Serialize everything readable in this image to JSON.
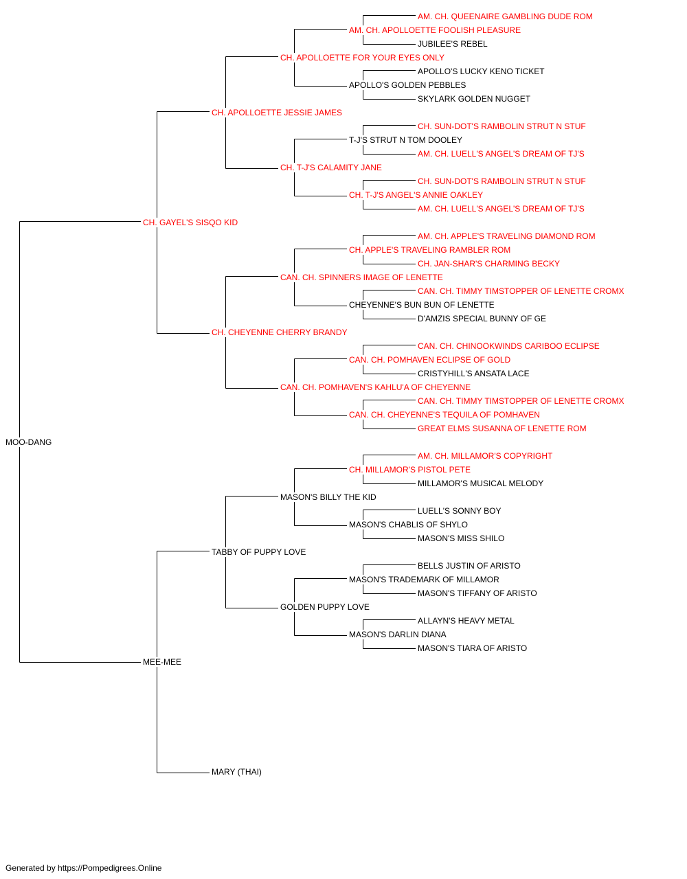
{
  "colors": {
    "champion": "#ff0000",
    "regular": "#000000",
    "line": "#000000"
  },
  "pedigree": {
    "subject": {
      "name": "MOO-DANG",
      "champion": false
    },
    "sire": {
      "name": "CH. GAYEL'S SISQO KID",
      "champion": true
    },
    "dam": {
      "name": "MEE-MEE",
      "champion": false
    },
    "sire_sire": {
      "name": "CH. APOLLOETTE JESSIE JAMES",
      "champion": true
    },
    "sire_dam": {
      "name": "CH. CHEYENNE CHERRY BRANDY",
      "champion": true
    },
    "dam_sire": {
      "name": "TABBY OF PUPPY LOVE",
      "champion": false
    },
    "dam_dam": {
      "name": "MARY (THAI)",
      "champion": false
    },
    "ss_sire": {
      "name": "CH. APOLLOETTE FOR YOUR EYES ONLY",
      "champion": true
    },
    "ss_dam": {
      "name": "CH. T-J'S CALAMITY JANE",
      "champion": true
    },
    "sd_sire": {
      "name": "CAN. CH. SPINNERS IMAGE OF LENETTE",
      "champion": true
    },
    "sd_dam": {
      "name": "CAN. CH. POMHAVEN'S KAHLU'A OF CHEYENNE",
      "champion": true
    },
    "ds_sire": {
      "name": "MASON'S BILLY THE KID",
      "champion": false
    },
    "ds_dam": {
      "name": "GOLDEN PUPPY LOVE",
      "champion": false
    },
    "g4": [
      {
        "name": "AM. CH. APOLLOETTE FOOLISH PLEASURE",
        "champion": true
      },
      {
        "name": "APOLLO'S GOLDEN PEBBLES",
        "champion": false
      },
      {
        "name": "T-J'S STRUT N TOM DOOLEY",
        "champion": false
      },
      {
        "name": "CH. T-J'S ANGEL'S ANNIE OAKLEY",
        "champion": true
      },
      {
        "name": "CH. APPLE'S TRAVELING RAMBLER ROM",
        "champion": true
      },
      {
        "name": "CHEYENNE'S BUN BUN OF LENETTE",
        "champion": false
      },
      {
        "name": "CAN. CH. POMHAVEN ECLIPSE OF GOLD",
        "champion": true
      },
      {
        "name": "CAN. CH. CHEYENNE'S TEQUILA OF POMHAVEN",
        "champion": true
      },
      {
        "name": "CH. MILLAMOR'S PISTOL PETE",
        "champion": true
      },
      {
        "name": "MASON'S CHABLIS OF SHYLO",
        "champion": false
      },
      {
        "name": "MASON'S TRADEMARK OF MILLAMOR",
        "champion": false
      },
      {
        "name": "MASON'S DARLIN DIANA",
        "champion": false
      }
    ],
    "g5": [
      {
        "name": "AM. CH. QUEENAIRE GAMBLING DUDE ROM",
        "champion": true
      },
      {
        "name": "JUBILEE'S REBEL",
        "champion": false
      },
      {
        "name": "APOLLO'S LUCKY KENO TICKET",
        "champion": false
      },
      {
        "name": "SKYLARK GOLDEN NUGGET",
        "champion": false
      },
      {
        "name": "CH. SUN-DOT'S RAMBOLIN STRUT N STUF",
        "champion": true
      },
      {
        "name": "AM. CH. LUELL'S ANGEL'S DREAM OF TJ'S",
        "champion": true
      },
      {
        "name": "CH. SUN-DOT'S RAMBOLIN STRUT N STUF",
        "champion": true
      },
      {
        "name": "AM. CH. LUELL'S ANGEL'S DREAM OF TJ'S",
        "champion": true
      },
      {
        "name": "AM. CH. APPLE'S TRAVELING DIAMOND ROM",
        "champion": true
      },
      {
        "name": "CH. JAN-SHAR'S CHARMING BECKY",
        "champion": true
      },
      {
        "name": "CAN. CH. TIMMY TIMSTOPPER OF LENETTE CROMX",
        "champion": true
      },
      {
        "name": "D'AMZIS SPECIAL BUNNY OF GE",
        "champion": false
      },
      {
        "name": "CAN. CH. CHINOOKWINDS CARIBOO ECLIPSE",
        "champion": true
      },
      {
        "name": "CRISTYHILL'S ANSATA LACE",
        "champion": false
      },
      {
        "name": "CAN. CH. TIMMY TIMSTOPPER OF LENETTE CROMX",
        "champion": true
      },
      {
        "name": "GREAT ELMS SUSANNA OF LENETTE ROM",
        "champion": true
      },
      {
        "name": "AM. CH. MILLAMOR'S COPYRIGHT",
        "champion": true
      },
      {
        "name": "MILLAMOR'S MUSICAL MELODY",
        "champion": false
      },
      {
        "name": "LUELL'S SONNY BOY",
        "champion": false
      },
      {
        "name": "MASON'S MISS SHILO",
        "champion": false
      },
      {
        "name": "BELLS JUSTIN OF ARISTO",
        "champion": false
      },
      {
        "name": "MASON'S TIFFANY OF ARISTO",
        "champion": false
      },
      {
        "name": "ALLAYN'S HEAVY METAL",
        "champion": false
      },
      {
        "name": "MASON'S TIARA OF ARISTO",
        "champion": false
      }
    ]
  },
  "footer": "Generated by https://Pompedigrees.Online"
}
